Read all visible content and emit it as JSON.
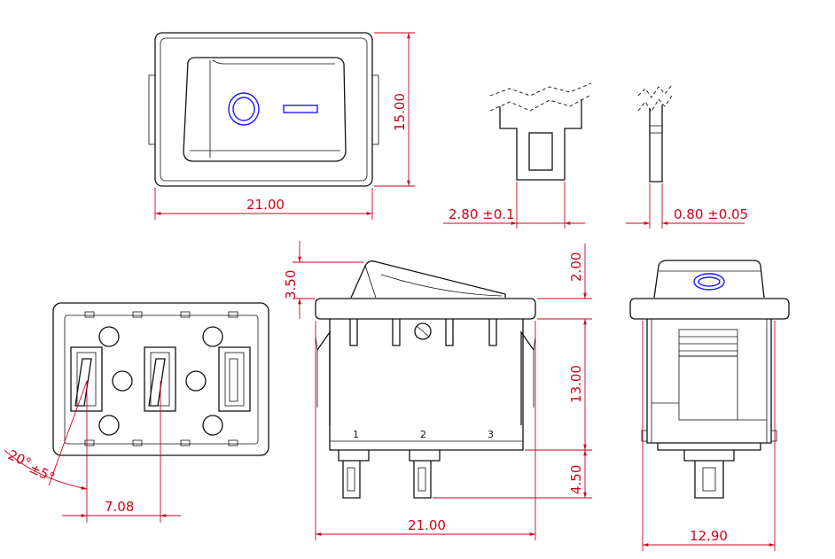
{
  "dimensions": {
    "top_width": "21.00",
    "top_height": "15.00",
    "pin_width": "2.80 ±0.1",
    "pin_thickness": "0.80 ±0.05",
    "rocker_height": "3.50",
    "front_top": "2.00",
    "body_height": "13.00",
    "pin_length": "4.50",
    "side_width": "21.00",
    "end_width": "12.90",
    "pin_spacing": "7.08",
    "angle_value": "20°",
    "angle_tol": "±5°"
  },
  "terminals": [
    "1",
    "2",
    "3"
  ],
  "colors": {
    "outline": "#111111",
    "dimension": "#d0021b",
    "symbol": "#1a1aff"
  }
}
